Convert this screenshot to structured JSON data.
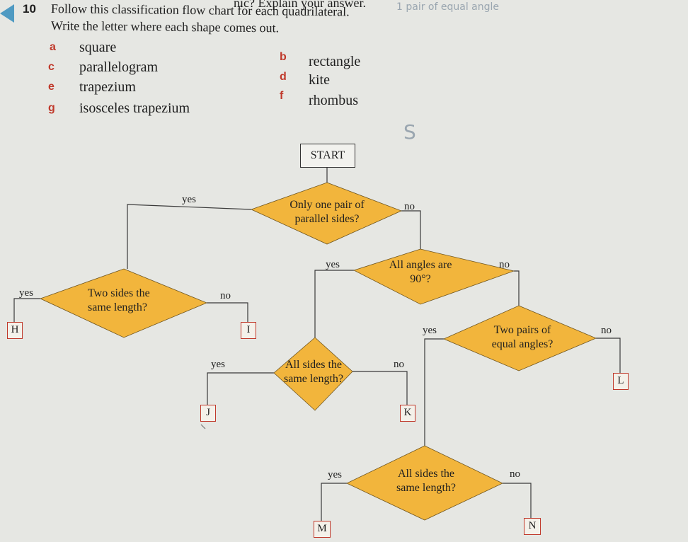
{
  "question": {
    "number": "10",
    "prev_fragment": "nic? Explain your answer.",
    "handwritten_note": "1 pair of equal angle",
    "line1": "Follow this classification flow chart for each quadrilateral.",
    "line2": "Write the letter where each shape comes out."
  },
  "shapes": [
    {
      "letter": "a",
      "name": "square"
    },
    {
      "letter": "b",
      "name": "rectangle"
    },
    {
      "letter": "c",
      "name": "parallelogram"
    },
    {
      "letter": "d",
      "name": "kite"
    },
    {
      "letter": "e",
      "name": "trapezium"
    },
    {
      "letter": "f",
      "name": "rhombus"
    },
    {
      "letter": "g",
      "name": "isosceles trapezium"
    }
  ],
  "handwritten_s": "S",
  "flowchart": {
    "start": "START",
    "q1": {
      "line1": "Only one pair of",
      "line2": "parallel sides?"
    },
    "q2": {
      "line1": "Two sides the",
      "line2": "same length?"
    },
    "q3": {
      "line1": "All angles are",
      "line2": "90°?"
    },
    "q4": {
      "line1": "All sides the",
      "line2": "same length?"
    },
    "q5": {
      "line1": "Two pairs of",
      "line2": "equal angles?"
    },
    "q6": {
      "line1": "All sides the",
      "line2": "same length?"
    },
    "yes": "yes",
    "no": "no",
    "outputs": [
      "H",
      "I",
      "J",
      "K",
      "L",
      "M",
      "N"
    ]
  },
  "colors": {
    "diamond": "#f2b53c",
    "letter": "#c0392b",
    "box_border": "#c0392b"
  }
}
